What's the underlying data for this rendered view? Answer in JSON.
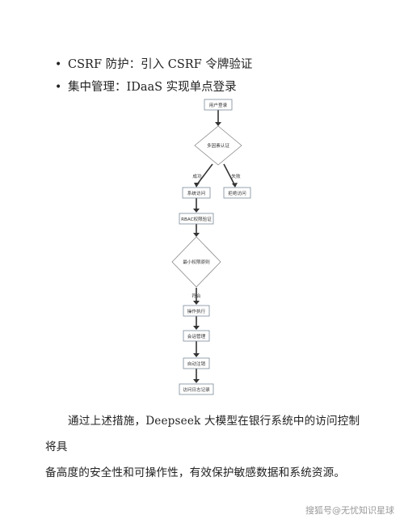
{
  "bullets": [
    "CSRF 防护：引入 CSRF 令牌验证",
    "集中管理：IDaaS 实现单点登录"
  ],
  "flowchart": {
    "nodes": {
      "login": "用户登录",
      "mfa": "多因素认证",
      "sys_access": "系统访问",
      "deny": "拒绝访问",
      "rbac": "RBAC权限验证",
      "least_priv": "最小权限原则",
      "op_exec": "操作执行",
      "session": "会话管理",
      "auto_logout": "自动注销",
      "audit_log": "访问日志记录"
    },
    "edge_labels": {
      "success": "成功",
      "fail": "失败",
      "comply": "符合"
    }
  },
  "paragraph": {
    "line1": "通过上述措施，Deepseek 大模型在银行系统中的访问控制将具",
    "line2": "备高度的安全性和可操作性，有效保护敏感数据和系统资源。"
  },
  "watermark": "搜狐号@无忧知识星球"
}
